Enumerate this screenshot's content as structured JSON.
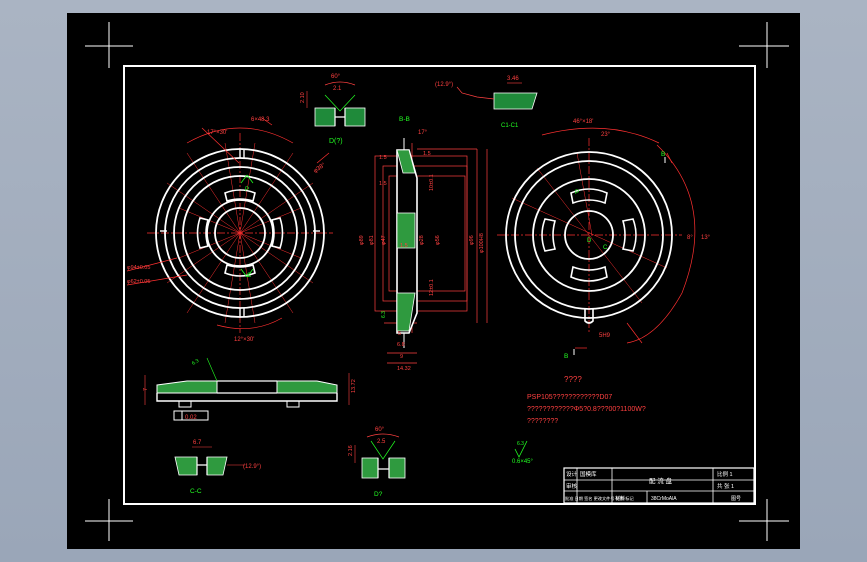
{
  "colors": {
    "background": "#000000",
    "outline": "#ffffff",
    "dimension": "#ff2020",
    "annotation": "#22ff22",
    "centerline": "#ff3030"
  },
  "views": {
    "section_bb": "B-B",
    "section_cc_top": "C1-C1",
    "section_cc_bottom": "C-C",
    "detail_d_top": "D(?)",
    "detail_d_bottom": "D?"
  },
  "dims": {
    "angle_60_top": "60°",
    "angle_60_bottom": "60°",
    "d_21": "2.1",
    "d_210": "2.10",
    "d_25": "2.5",
    "d_216": "2.16",
    "ang_129_top": "(12.9°)",
    "ang_129_bottom": "(12.9°)",
    "d_346": "3.46",
    "d_67": "6.7",
    "ang_17": "17°",
    "ang_17x30": "17°×30'",
    "ang_12x30": "12°×30'",
    "phi_48": "6×48.3",
    "phi_38": "φ38°",
    "ang_46x18": "46°×18'",
    "ang_23": "23°",
    "ang_8": "8°",
    "ang_13": "13°",
    "d_15a": "1.5",
    "d_15b": "1.5",
    "d_15c": "1.5",
    "d_15d": "1.5",
    "phi_89": "φ89",
    "phi_81": "φ81",
    "phi_47": "φ47",
    "phi_28": "φ28",
    "phi_56": "φ56",
    "phi_96": "φ96",
    "phi_100": "φ100H8",
    "d_10": "10±0.1",
    "d_12": "12±0.1",
    "d_5": "5",
    "d_68": "6.8",
    "d_9": "9",
    "d_1432": "14.32",
    "d_7": "7",
    "d_1372": "13.72",
    "phi_left1": "φ94±0.05",
    "phi_left2": "φ62±0.05",
    "sh9": "5H9",
    "flat": "0.02",
    "rough": "6.3",
    "chamfer": "0.6×45°",
    "label_b1": "B",
    "label_b2": "B",
    "label_c": "C",
    "label_c2": "C",
    "label_d": "D",
    "label_p": "P",
    "label_p2": "P"
  },
  "notes": {
    "title": "????",
    "line1": "PSP105????????????D07",
    "line2": "????????????Φ5?0.8???00?1100W?",
    "line3": "????????"
  },
  "title_block": {
    "r1c1": "设计",
    "r1c2": "国模库",
    "r2c1": "审核",
    "name": "配 流 盘",
    "scale_label": "比例 1",
    "sheet_label": "共 张 1",
    "r3c1": "批准 日期 签名 更改文件号 处数 标记",
    "r3c2": "材料",
    "material": "38CrMoAlA",
    "r3c4": "图号"
  }
}
